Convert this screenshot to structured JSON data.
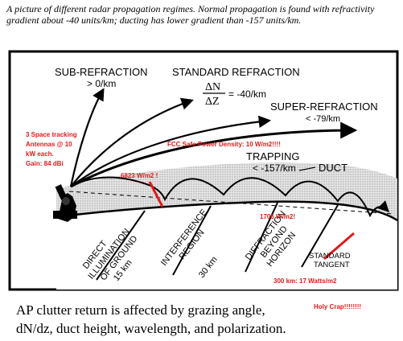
{
  "caption": "A picture of different radar propagation regimes. Normal propagation is found with refractivity gradient about -40 units/km; ducting has lower gradient than -157 units/km.",
  "labels": {
    "sub_refraction": "SUB-REFRACTION",
    "sub_refraction_value": "> 0/km",
    "standard_refraction": "STANDARD  REFRACTION",
    "delta_n": "ΔN",
    "delta_z": "ΔZ",
    "standard_value": "= -40/km",
    "super_refraction": "SUPER-REFRACTION",
    "super_value": "< -79/km",
    "trapping": "TRAPPING",
    "trapping_value": "< -157/km",
    "duct": "DUCT",
    "standard_tangent": [
      "STANDARD",
      "TANGENT"
    ],
    "direct_illumination": [
      "DIRECT",
      "ILLUMINATION",
      "OF GROUND"
    ],
    "interference_region": [
      "INTERFERENCE",
      "REGION"
    ],
    "diffraction": [
      "DIFFRACTION",
      "BEYOND",
      "HORIZON"
    ],
    "km_15": "15 km",
    "km_30": "30 km"
  },
  "annotations": {
    "antennas": [
      "3 Space tracking",
      "Antennas @ 10",
      "kW each.",
      "Gain: 84 dBi"
    ],
    "fcc": "FCC Safe Power Density: 10 W/m2!!!!",
    "density_6823": "6823 W/m2 !",
    "density_1706": "1706 W/m2!",
    "density_300": "300 km: 17 Watts/m2",
    "holy": "Holy Crap!!!!!!!!"
  },
  "bottom_text": [
    "AP clutter return is affected by grazing angle,",
    "dN/dz, duct height, wavelength, and polarization."
  ],
  "colors": {
    "annotation": "#e01b1b",
    "duct_fill": "#d0d0d0"
  },
  "icons": [
    "radar-antenna-icon"
  ]
}
